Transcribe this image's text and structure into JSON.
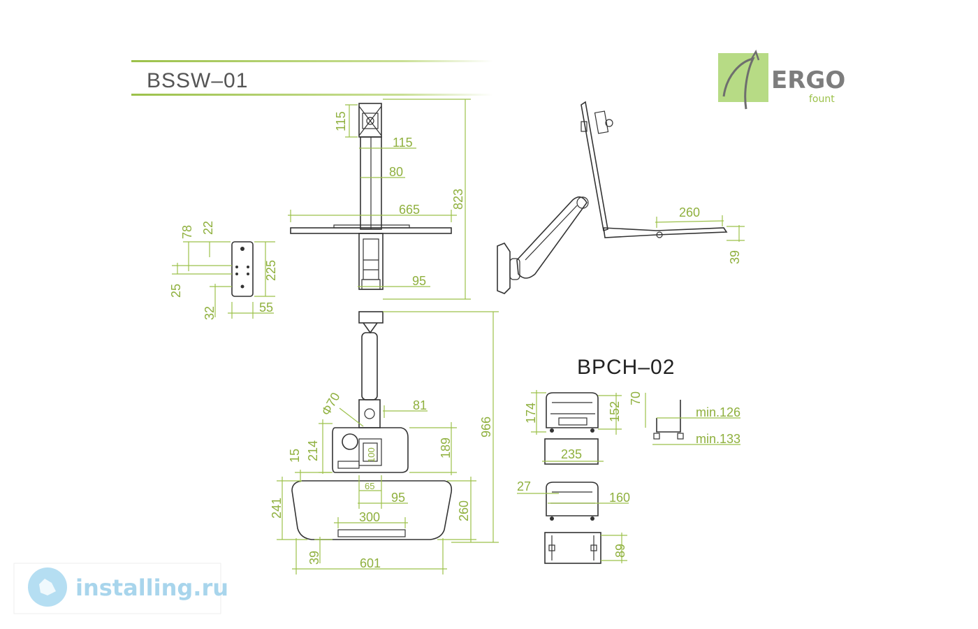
{
  "header": {
    "title": "BSSW–01"
  },
  "logo": {
    "name": "ERGO",
    "sub": "fount"
  },
  "watermark": {
    "text": "installing.ru"
  },
  "accessory": {
    "title": "BPCH–02"
  },
  "colors": {
    "dimension": "#8fb03e",
    "accent_bar": "#9cc14a",
    "outline": "#333333"
  },
  "dims": {
    "front": {
      "vesa_h": "115",
      "vesa_w": "115",
      "pole": "80",
      "tray_w": "665",
      "height": "823",
      "base_w": "95"
    },
    "bracket": {
      "d78": "78",
      "d22": "22",
      "d25": "25",
      "d225": "225",
      "d32": "32",
      "d55": "55"
    },
    "side": {
      "d260": "260",
      "d39": "39"
    },
    "top": {
      "phi": "Φ70",
      "d81": "81",
      "d214": "214",
      "d15": "15",
      "d100": "100",
      "d189": "189",
      "d65": "65",
      "d95": "95",
      "d966": "966",
      "d241": "241",
      "d300": "300",
      "d260": "260",
      "d39": "39",
      "d601": "601"
    },
    "holder": {
      "d174": "174",
      "d152": "152",
      "d70": "70",
      "min126": "min.126",
      "min133": "min.133",
      "d235": "235",
      "d27": "27",
      "d160": "160",
      "d89": "89"
    }
  }
}
